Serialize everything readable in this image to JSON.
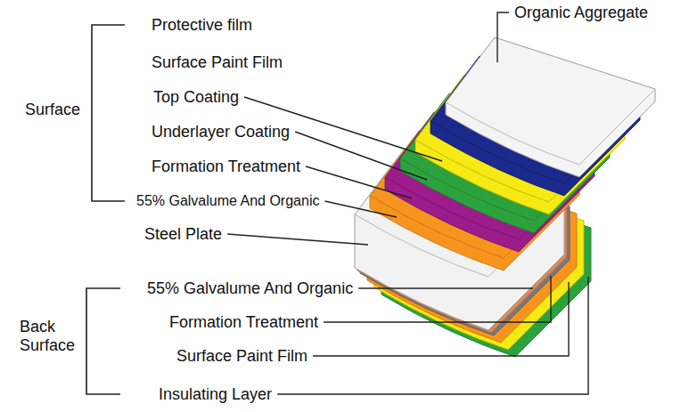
{
  "diagram": {
    "labels": [
      "Organic Aggregate",
      "Protective film",
      "Surface Paint Film",
      "Top Coating",
      "Underlayer Coating",
      "Formation Treatment",
      "55% Galvalume And Organic",
      "Steel Plate",
      "55% Galvalume And Organic",
      "Formation Treatment",
      "Surface Paint Film",
      "Insulating Layer",
      "Surface",
      "Back Surface"
    ]
  }
}
